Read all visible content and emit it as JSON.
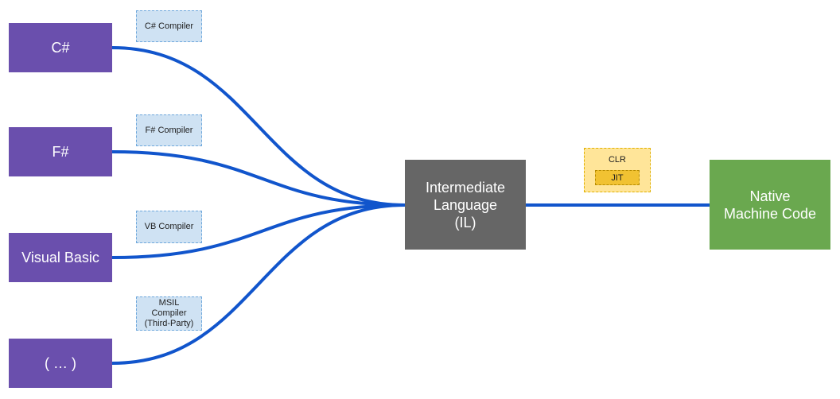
{
  "languages": [
    {
      "label": "C#"
    },
    {
      "label": "F#"
    },
    {
      "label": "Visual Basic"
    },
    {
      "label": "( … )"
    }
  ],
  "compilers": [
    {
      "label": "C# Compiler"
    },
    {
      "label": "F# Compiler"
    },
    {
      "label": "VB Compiler"
    },
    {
      "label_lines": [
        "MSIL",
        "Compiler",
        "(Third-Party)"
      ]
    }
  ],
  "intermediate": {
    "lines": [
      "Intermediate",
      "Language",
      "(IL)"
    ]
  },
  "runtime": {
    "clr_label": "CLR",
    "jit_label": "JIT"
  },
  "native": {
    "lines": [
      "Native",
      "Machine Code"
    ]
  },
  "colors": {
    "language_box": "#6a4fad",
    "compiler_box": "#cfe2f3",
    "il_box": "#666666",
    "native_box": "#6aa84f",
    "clr_box": "#ffe599",
    "jit_box": "#f1c232",
    "connector": "#1155cc"
  }
}
